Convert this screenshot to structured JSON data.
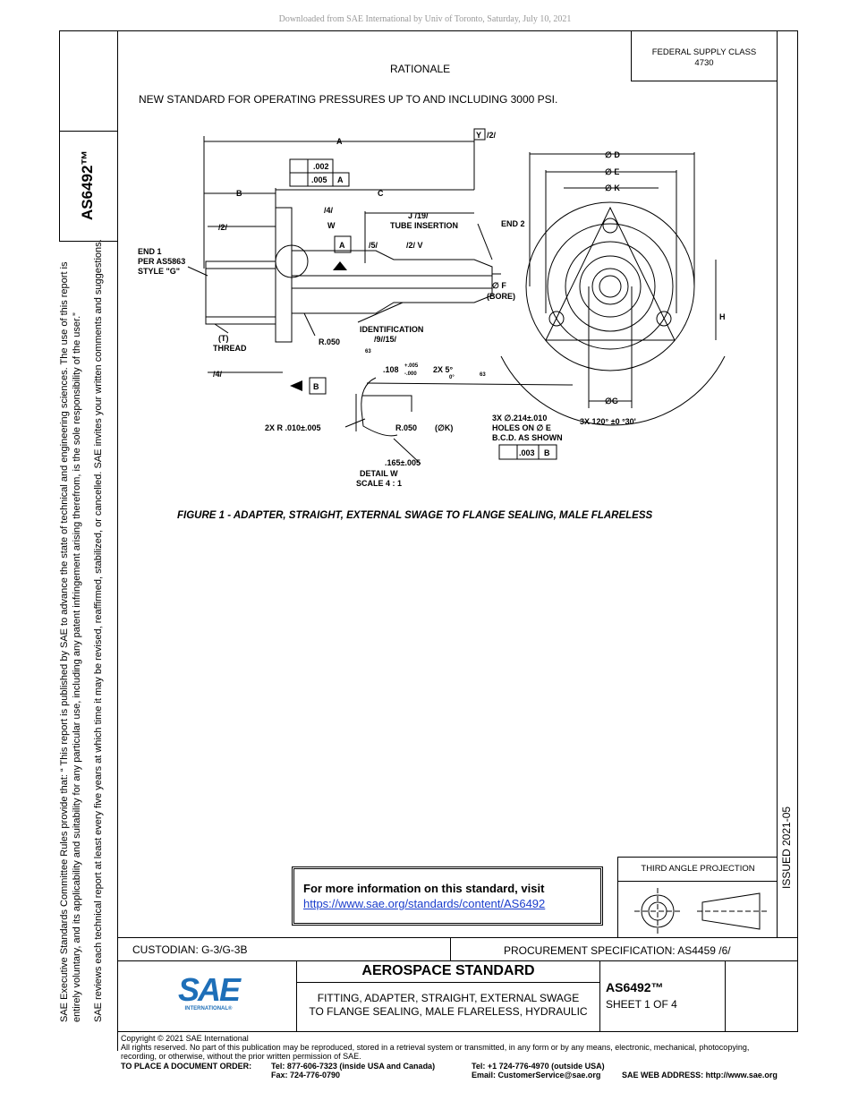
{
  "download_notice": "Downloaded from SAE International by Univ of Toronto, Saturday, July 10, 2021",
  "federal_supply": {
    "label": "FEDERAL SUPPLY CLASS",
    "value": "4730"
  },
  "doc_number_side": "AS6492™",
  "side_notice": {
    "line1": "SAE Executive Standards Committee Rules provide that: “  This report is published by SAE to advance the state of technical and engineering sciences. The use of this report is",
    "line2": "entirely voluntary, and its applicability and suitability for any particular use, including any patent infringement arising therefrom, is the sole responsibility of the user.”",
    "line3": "SAE reviews each technical report at least every five years at which time it may be revised, reaffirmed, stabilized, or cancelled. SAE invites your written comments and suggestions."
  },
  "rationale": {
    "title": "RATIONALE",
    "text": "NEW STANDARD FOR OPERATING PRESSURES UP TO AND INCLUDING 3000 PSI."
  },
  "drawing": {
    "A": "A",
    "B": "B",
    "C": "C",
    "Y2": "Y",
    "Y2s": "/2/",
    "flatness": ".002",
    "perp": ".005",
    "datumA": "A",
    "datumB": "B",
    "n4": "/4/",
    "n2": "/2/",
    "W": "W",
    "J": "J /19/",
    "tube": "TUBE INSERTION",
    "end2": "END 2",
    "end1a": "END 1",
    "end1b": "PER AS5863",
    "end1c": "STYLE \"G\"",
    "n5": "/5/",
    "n2V": "/2/ V",
    "boreF": "∅ F",
    "bore": "(BORE)",
    "ident1": "IDENTIFICATION",
    "ident2": "/9//15/",
    "thread1": "(T)",
    "thread2": "THREAD",
    "r050": "R.050",
    "n4b": "/4/",
    "dim108": ".108",
    "tol108a": "+.005",
    "tol108b": "-.000",
    "angle": "2X 5°",
    "angle0": "0°",
    "s63a": "63",
    "s63b": "63",
    "r010": "2X R .010±.005",
    "r050b": "R.050",
    "phiK": "(∅K)",
    "d165": ".165±.005",
    "detail1": "DETAIL W",
    "detail2": "SCALE 4 : 1",
    "D": "∅ D",
    "E": "∅ E",
    "K": "∅ K",
    "H": "H",
    "G": "∅G",
    "holes1": "3X ∅.214±.010",
    "holes2": "HOLES ON ∅ E",
    "holes3": "B.C.D. AS SHOWN",
    "perp2": ".003",
    "datumB2": "B",
    "angles3": "3X 120° ±0 °30'"
  },
  "figure_caption": "FIGURE 1 - ADAPTER, STRAIGHT, EXTERNAL SWAGE TO FLANGE SEALING, MALE FLARELESS",
  "issued": "ISSUED 2021-05",
  "info": {
    "title": "For more information on this standard, visit",
    "link": "https://www.sae.org/standards/content/AS6492"
  },
  "third_angle": "THIRD ANGLE PROJECTION",
  "custodian": "CUSTODIAN: G-3/G-3B",
  "procurement": "PROCUREMENT SPECIFICATION: AS4459 /6/",
  "logo": {
    "text": "SAE",
    "sub": "INTERNATIONAL®"
  },
  "title_block": {
    "heading": "AEROSPACE STANDARD",
    "desc1": "FITTING, ADAPTER, STRAIGHT, EXTERNAL SWAGE",
    "desc2": "TO FLANGE SEALING, MALE FLARELESS, HYDRAULIC",
    "doc": "AS6492™",
    "sheet": "SHEET 1 OF 4"
  },
  "footer": {
    "copyright": "Copyright © 2021 SAE International",
    "rights1": "All rights reserved. No part of this publication may be reproduced, stored in a retrieval system or transmitted, in any form or by any means, electronic, mechanical, photocopying,",
    "rights2": "recording, or otherwise, without the prior written permission of SAE.",
    "order": "TO PLACE A DOCUMENT ORDER:",
    "tel1": "Tel: 877-606-7323 (inside USA and Canada)",
    "fax": "Fax: 724-776-0790",
    "tel2": "Tel: +1 724-776-4970 (outside USA)",
    "email": "Email: CustomerService@sae.org",
    "web": "SAE WEB ADDRESS: http://www.sae.org"
  },
  "colors": {
    "sae_blue": "#1e6fb8",
    "link": "#1a3dcc"
  }
}
